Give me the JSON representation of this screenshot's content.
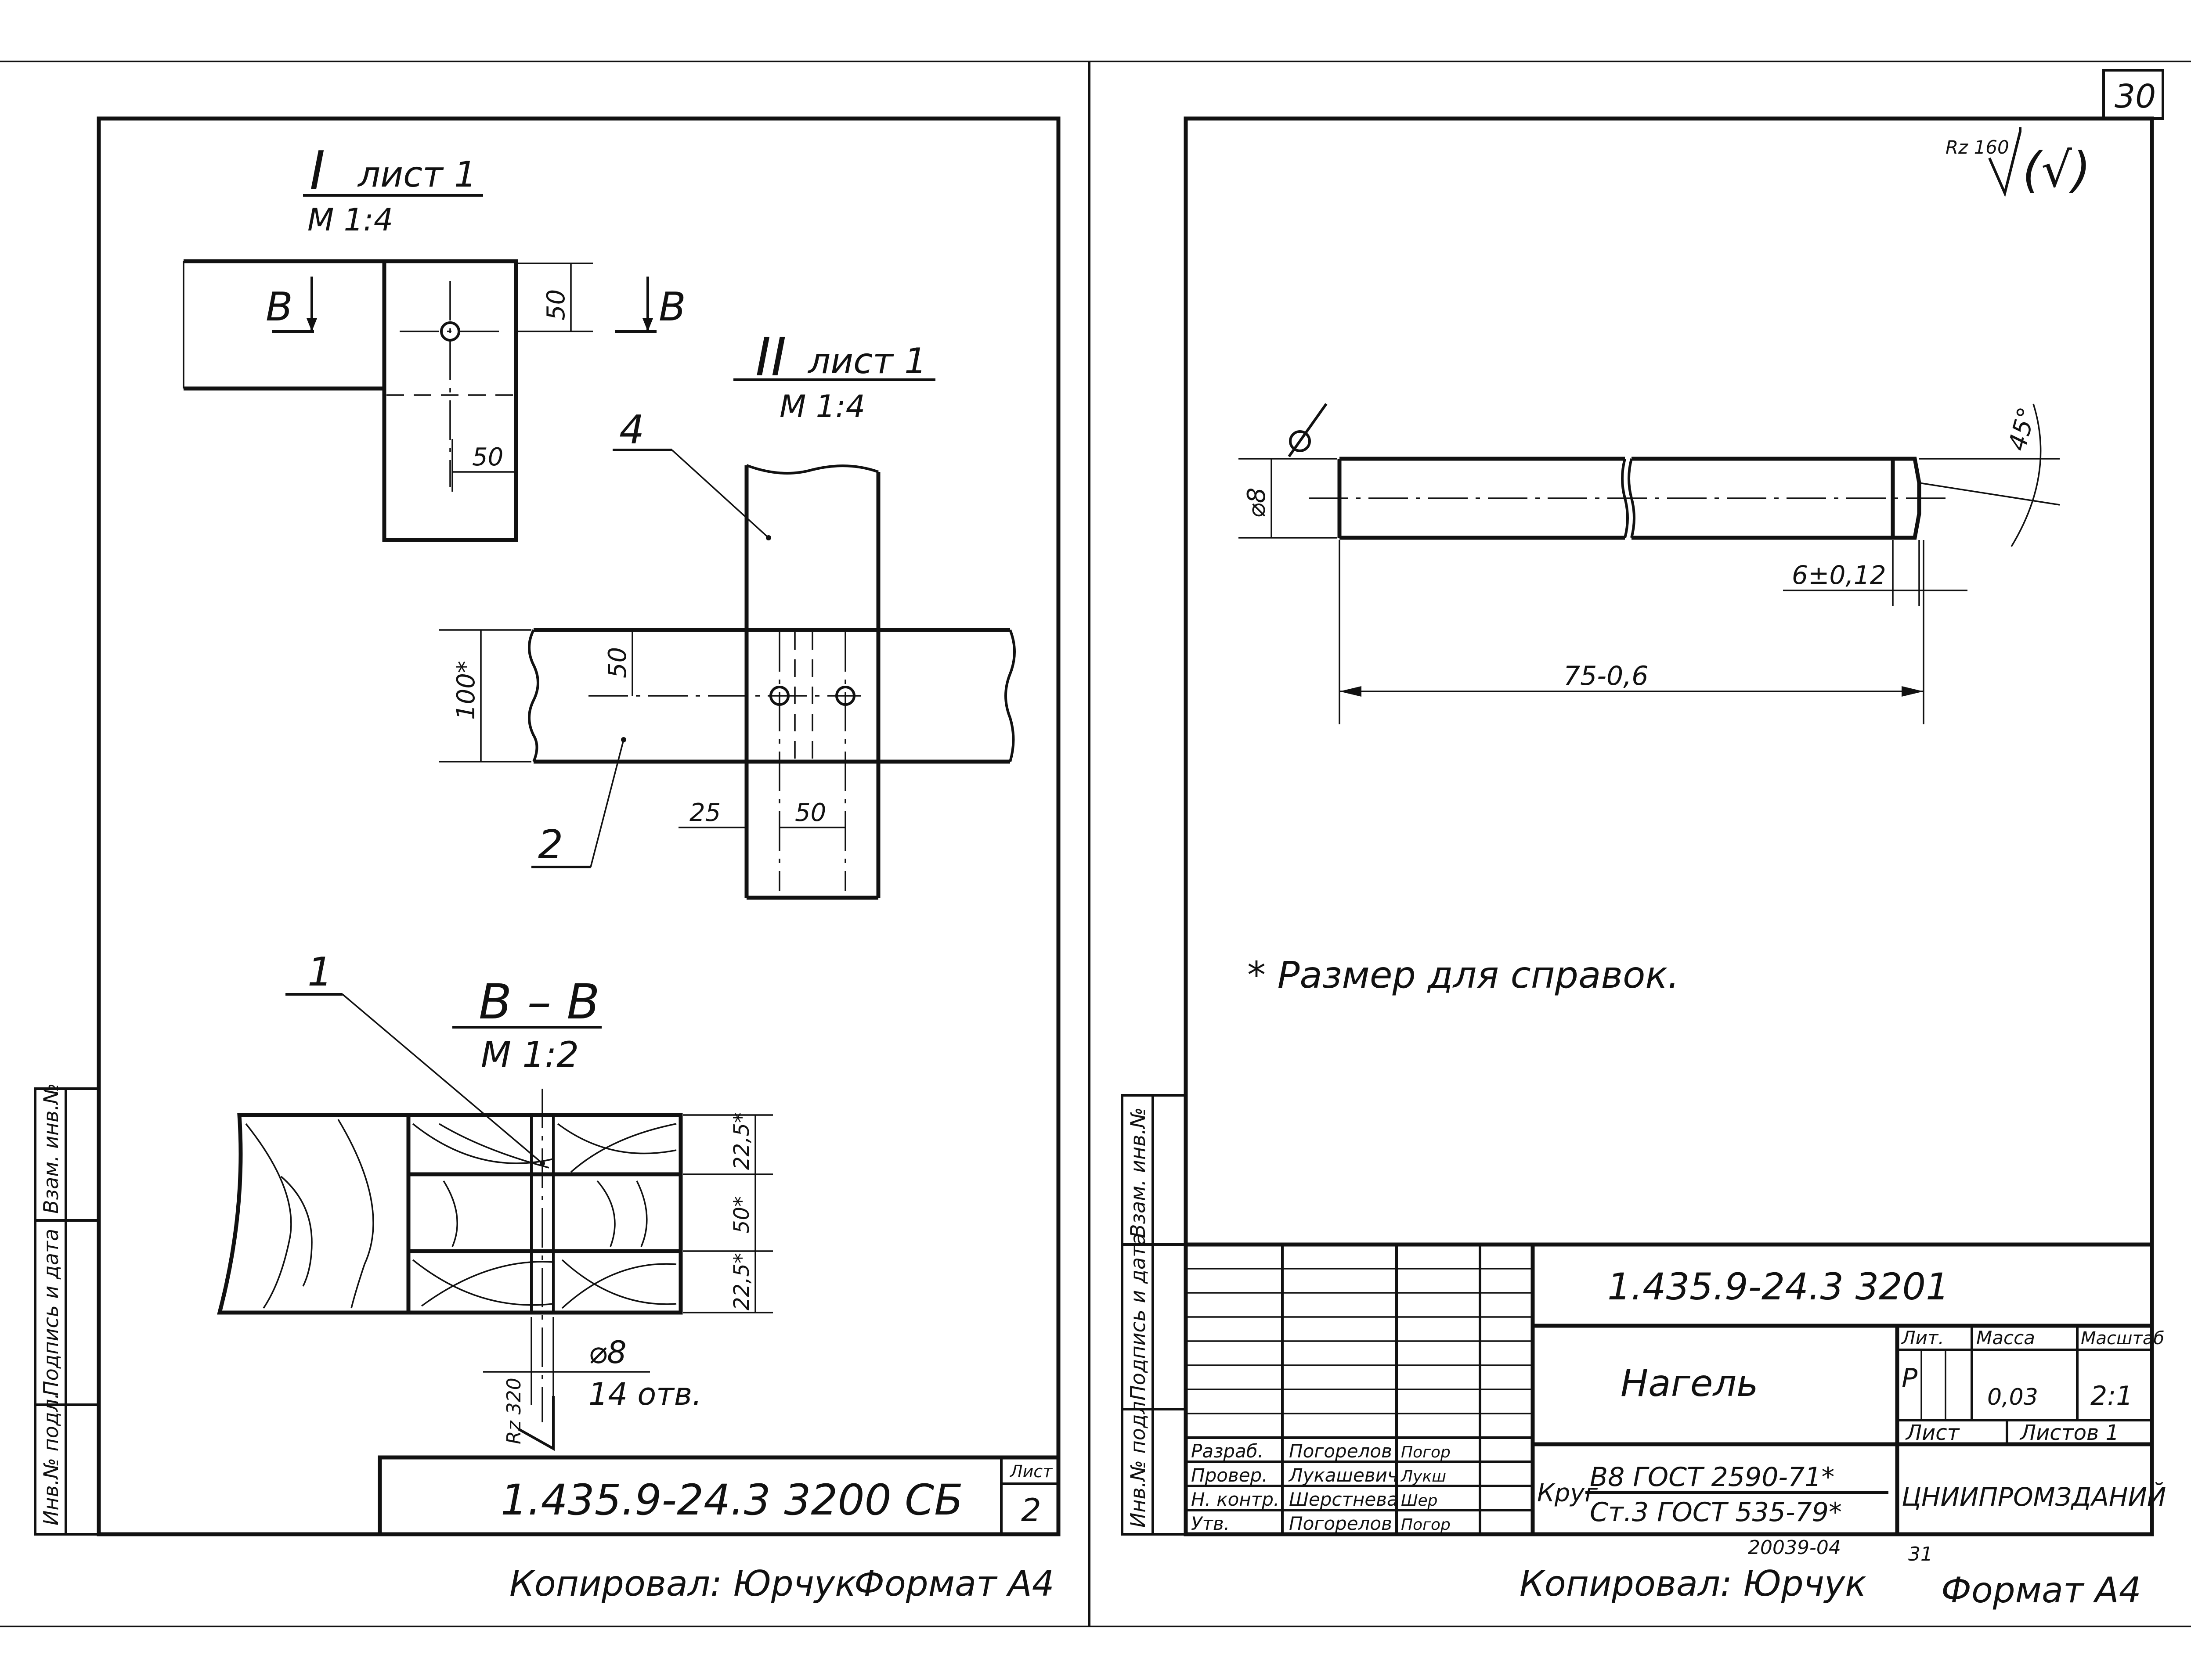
{
  "left_sheet": {
    "view_I": {
      "numeral": "I",
      "label": "лист 1",
      "scale": "М 1:4"
    },
    "view_II": {
      "numeral": "II",
      "label": "лист 1",
      "scale": "М 1:4"
    },
    "section": {
      "title": "B – B",
      "scale": "М 1:2",
      "letter": "B"
    },
    "dims": {
      "d50_top": "50",
      "d50_side": "50",
      "d50_II_v": "50",
      "d100": "100*",
      "d25": "25",
      "d50_II_h": "50",
      "d225_top": "22,5*",
      "d50_mid": "50*",
      "d225_bot": "22,5*",
      "hole": "⌀8",
      "holes_count": "14 отв.",
      "rz": "Rz 320"
    },
    "callouts": {
      "p1": "1",
      "p2": "2",
      "p4": "4"
    },
    "stamp": {
      "code": "1.435.9-24.3  3200 СБ",
      "sheet_label": "Лист",
      "sheet_no": "2"
    },
    "side_cells": [
      "Инв.№ подл.",
      "Подпись и дата",
      "Взам. инв.№"
    ],
    "footer": {
      "copied": "Копировал: Юрчук",
      "format": "Формат А4"
    }
  },
  "right_sheet": {
    "page_no": "30",
    "roughness": "Rz 160",
    "roughness_paren": "(√)",
    "dims": {
      "dia": "⌀8",
      "angle": "45°",
      "chamfer": "6±0,12",
      "length": "75-0,6"
    },
    "note": "* Размер для справок.",
    "title_block": {
      "code": "1.435.9-24.3  3201",
      "name": "Нагель",
      "material_prefix": "Круг",
      "material_line1": "В8 ГОСТ 2590-71*",
      "material_line2": "Ст.3 ГОСТ 535-79*",
      "col_lit": "Лит.",
      "col_mass": "Масса",
      "col_scale": "Масштаб",
      "lit_value": "Р",
      "mass_value": "0,03",
      "scale_value": "2:1",
      "sheet_label": "Лист",
      "sheets_label": "Листов 1",
      "org": "ЦНИИПРОМЗДАНИЙ",
      "roles": [
        {
          "role": "Разраб.",
          "name": "Погорелов",
          "sign": "Погор"
        },
        {
          "role": "Провер.",
          "name": "Лукашевич",
          "sign": "Лукш"
        },
        {
          "role": "Н. контр.",
          "name": "Шерстнева",
          "sign": "Шер"
        },
        {
          "role": "Утв.",
          "name": "Погорелов",
          "sign": "Погор"
        }
      ],
      "archive_no": "20039-04",
      "archive_sheet": "31"
    },
    "side_cells": [
      "Инв.№ подл.",
      "Подпись и дата",
      "Взам. инв.№"
    ],
    "footer": {
      "copied": "Копировал: Юрчук",
      "format": "Формат А4"
    }
  }
}
